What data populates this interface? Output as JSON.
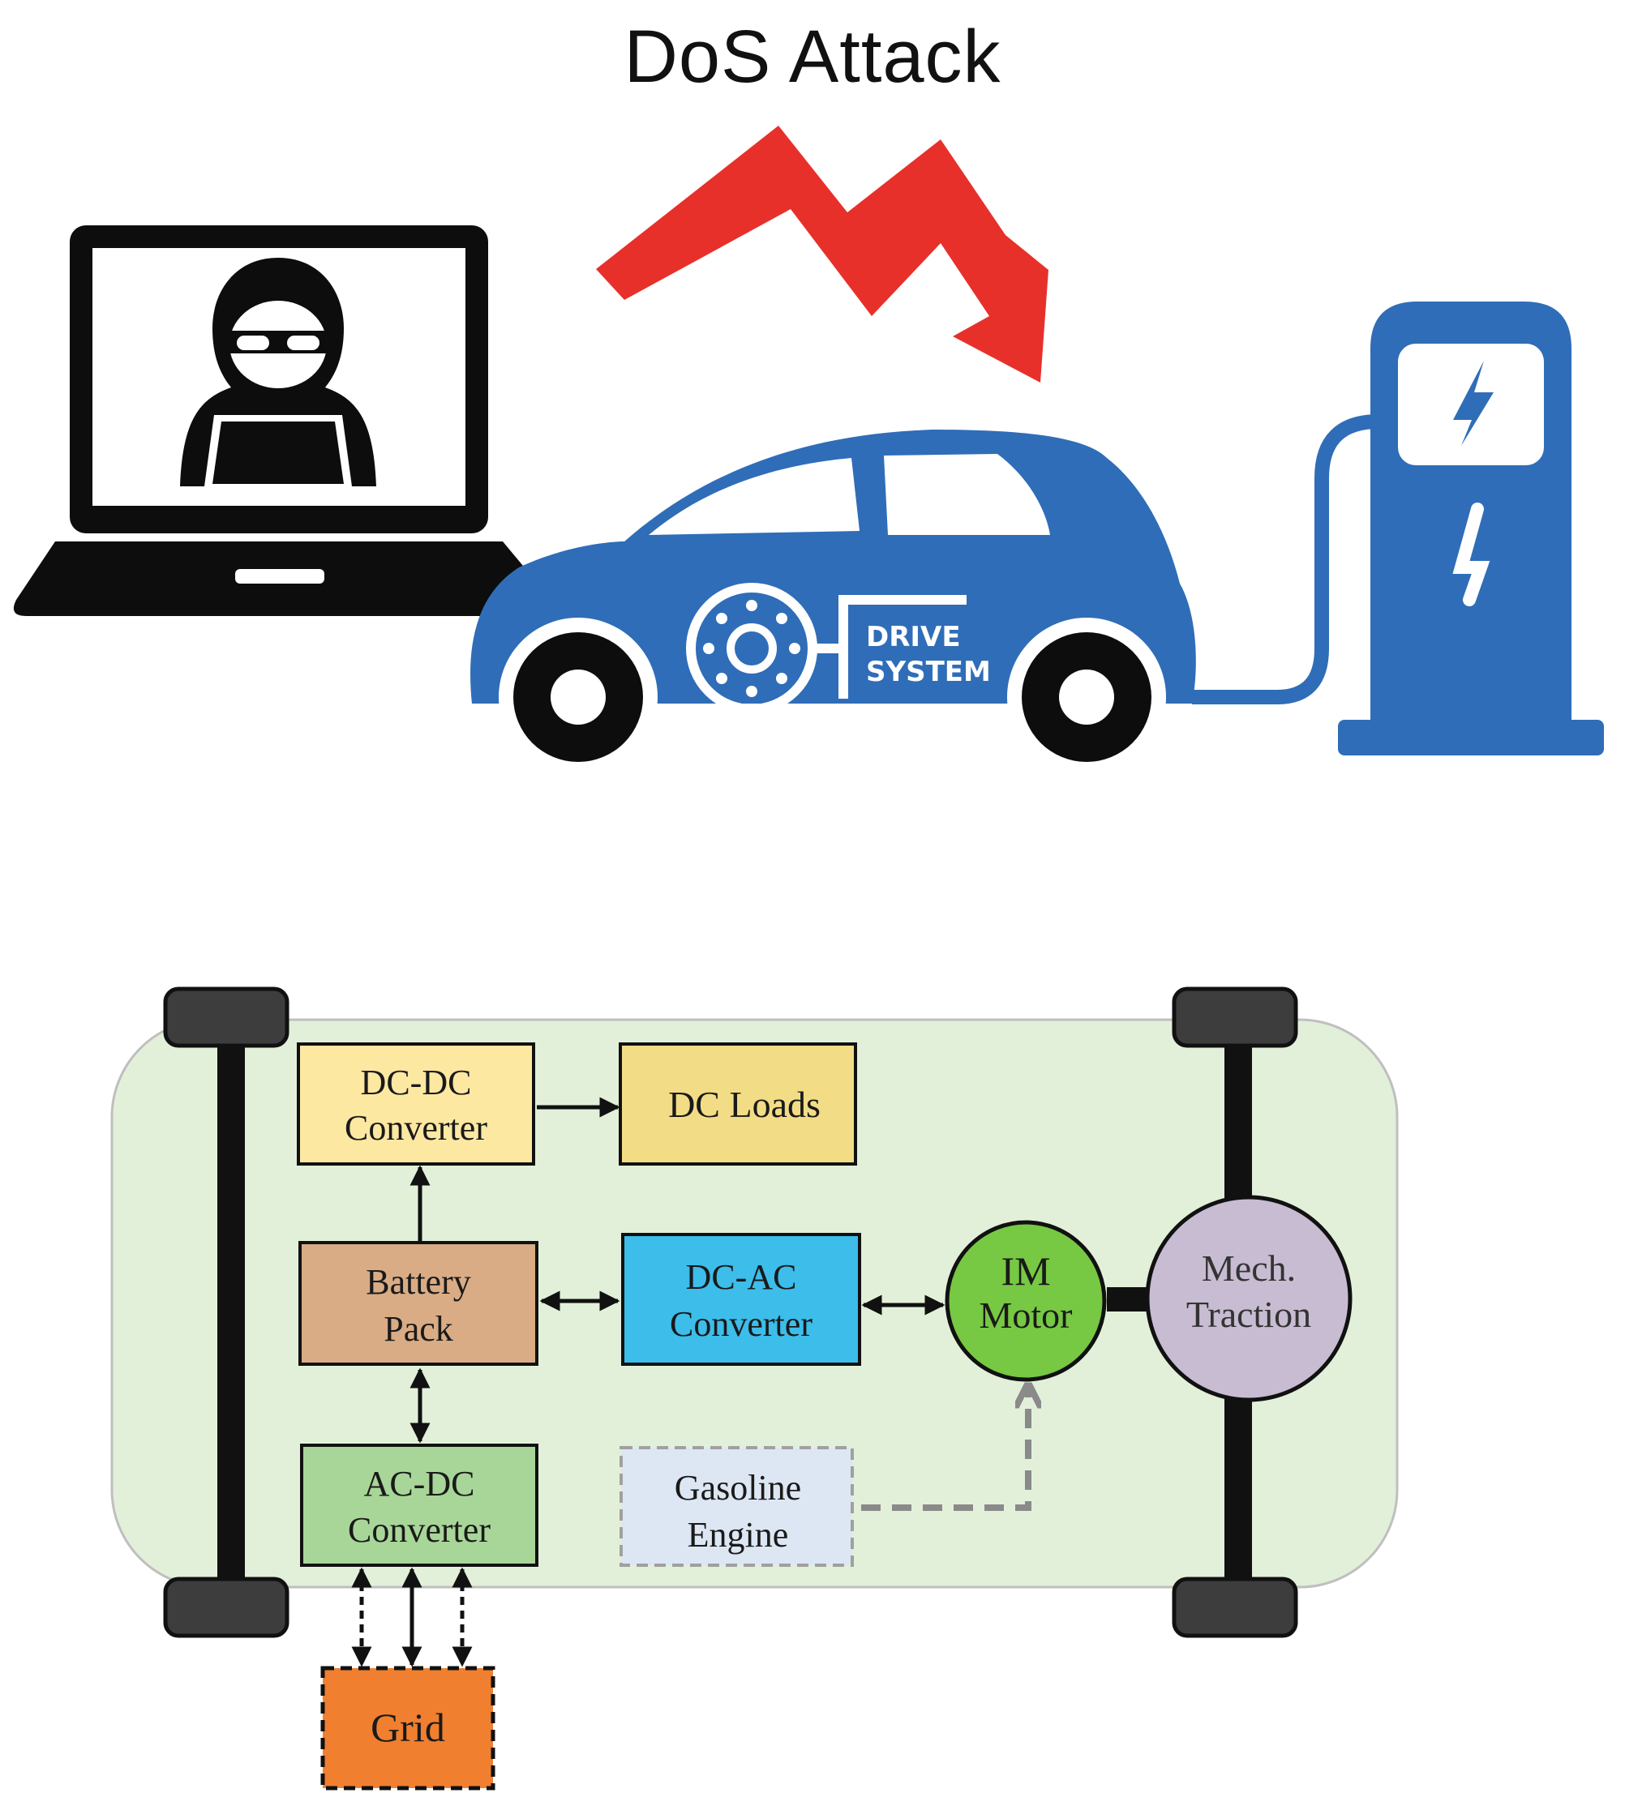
{
  "title": "DoS Attack",
  "colors": {
    "attack_bolt": "#e8302a",
    "car_blue": "#2f6db8",
    "chassis_bg": "#e2f0da",
    "dcdc": "#fde8a2",
    "dc_loads": "#f2dd86",
    "battery": "#d9ac85",
    "dcac": "#3cbdea",
    "acdc": "#a8d698",
    "gasoline": "#dde7f3",
    "grid": "#f07f30",
    "im_motor": "#77c843",
    "mech_traction": "#c7bcd2"
  },
  "car": {
    "drive_system_line1": "DRIVE",
    "drive_system_line2": "SYSTEM"
  },
  "blocks": {
    "dcdc": {
      "line1": "DC-DC",
      "line2": "Converter"
    },
    "dc_loads": {
      "line1": "DC Loads"
    },
    "battery": {
      "line1": "Battery",
      "line2": "Pack"
    },
    "dcac": {
      "line1": "DC-AC",
      "line2": "Converter"
    },
    "acdc": {
      "line1": "AC-DC",
      "line2": "Converter"
    },
    "gasoline": {
      "line1": "Gasoline",
      "line2": "Engine"
    },
    "grid": {
      "line1": "Grid"
    },
    "im_motor": {
      "line1": "IM",
      "line2": "Motor"
    },
    "mech_traction": {
      "line1": "Mech.",
      "line2": "Traction"
    }
  }
}
